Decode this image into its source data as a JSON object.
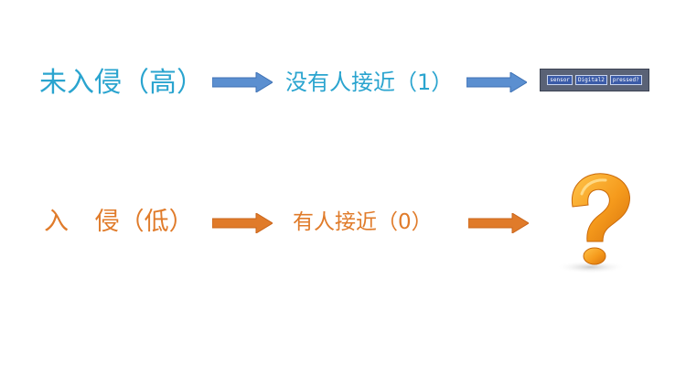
{
  "row1": {
    "state_label": "未入侵（高）",
    "condition_label": "没有人接近（1）",
    "color": "#2aa4cf",
    "block": {
      "part1": "sensor",
      "part2": "Digital2",
      "part3": "pressed?"
    }
  },
  "row2": {
    "state_label": "入 侵（低）",
    "condition_label": "有人接近（0）",
    "color": "#e07b2a",
    "result_icon": "question-mark-icon"
  },
  "arrow_colors": {
    "row1": "#5b8fd0",
    "row2": "#e07b2a"
  }
}
